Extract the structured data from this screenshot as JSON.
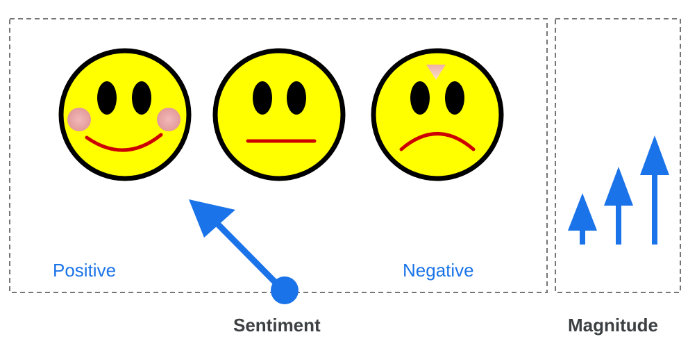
{
  "sentiment_panel": {
    "positive_label": "Positive",
    "negative_label": "Negative",
    "caption": "Sentiment"
  },
  "magnitude_panel": {
    "caption": "Magnitude"
  },
  "colors": {
    "accent_blue": "#1a73e8",
    "face_yellow": "#ffff00",
    "mouth_red": "#cc0000",
    "cheek_pink": "#e8a0a0",
    "dashed_border": "#757575",
    "caption_text": "#3c4043"
  },
  "icons": [
    "happy-face-icon",
    "neutral-face-icon",
    "sad-face-icon",
    "sentiment-pointer-arrow-icon",
    "magnitude-arrow-icon"
  ]
}
